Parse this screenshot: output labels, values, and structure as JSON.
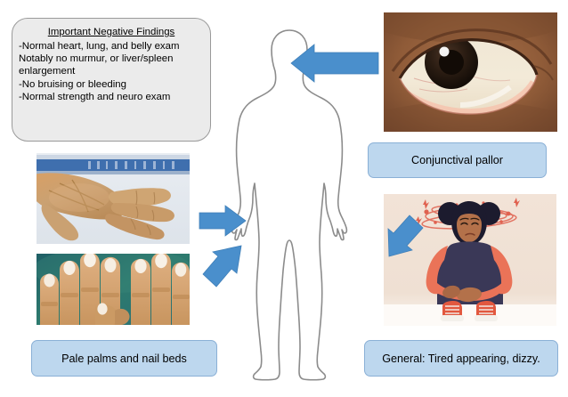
{
  "diagram": {
    "title": "Anemia physical exam findings diagram",
    "accent_blue": "#4a8fcc",
    "caption_fill": "#bdd7ee",
    "panel_fill": "#ebebeb",
    "body_outline": "#8c8c8c"
  },
  "findings_panel": {
    "title": "Important Negative Findings",
    "lines": [
      "-Normal heart, lung, and belly exam",
      "Notably no murmur, or liver/spleen",
      "enlargement",
      "-No bruising or bleeding",
      "-Normal strength and neuro exam"
    ]
  },
  "captions": {
    "conjunctival": "Conjunctival pallor",
    "palms": "Pale palms and nail beds",
    "general": "General: Tired appearing, dizzy."
  },
  "photos": {
    "eye": "close-up-eye-conjunctival-pallor-photo",
    "palm": "pale-palm-hand-photo",
    "nails": "pale-nail-beds-hands-photo",
    "dizzy": "seated-dizzy-person-illustration"
  },
  "arrows": [
    {
      "name": "arrow-to-head",
      "direction": "left",
      "points_to": "head"
    },
    {
      "name": "arrow-to-left-hand-upper",
      "direction": "right",
      "points_to": "left-hand"
    },
    {
      "name": "arrow-to-left-hand-lower",
      "direction": "up-right",
      "points_to": "left-hand"
    },
    {
      "name": "arrow-to-right-hand",
      "direction": "up-left",
      "points_to": "right-hand"
    }
  ],
  "body": {
    "label": "human-body-silhouette"
  }
}
